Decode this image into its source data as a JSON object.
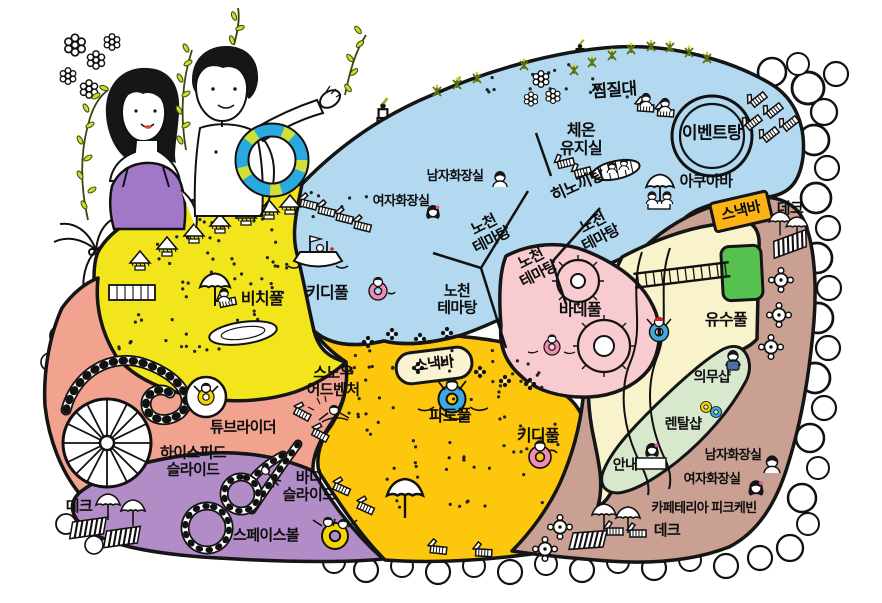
{
  "meta": {
    "description": "Illustrated water park guide map",
    "language": "ko"
  },
  "zones": {
    "spa": {
      "color": "#B2D9F0"
    },
    "beach_pool": {
      "color": "#F2E51C"
    },
    "slides": {
      "color": "#F2A38F"
    },
    "deck_purple": {
      "color": "#B18CC6"
    },
    "adventure": {
      "color": "#FDC70D"
    },
    "bade_pool": {
      "color": "#F8CBD0"
    },
    "river": {
      "color": "#F8F3CA"
    },
    "services": {
      "color": "#D8E8CC"
    },
    "deck_brown": {
      "color": "#C9A092"
    },
    "building": {
      "color": "#57C14F"
    },
    "snackbar_box": {
      "color": "#FCB316"
    },
    "snackbar_badge": {
      "color": "#FAF3D2"
    }
  },
  "illustration": {
    "woman_top": "#A178C8",
    "swim_ring": "#2AA9DE",
    "swim_ring_stripe": "#CFE03A",
    "leaf_green": "#C9DC2E",
    "ring_pink": "#F08CB2",
    "ring_blue": "#3FA9E0",
    "ring_yellow": "#F5D400"
  },
  "labels": {
    "jjimjildae": {
      "text": "찜질대"
    },
    "cheon_yujisil": {
      "text": "체온\n유지실"
    },
    "event_tang": {
      "text": "이벤트탕"
    },
    "aquabar": {
      "text": "아쿠아바"
    },
    "mens_restroom_top": {
      "text": "남자화장실"
    },
    "womens_restroom_top": {
      "text": "여자화장실"
    },
    "hinoki_tang": {
      "text": "히노끼탕"
    },
    "nocheon_1": {
      "text": "노천\n테마탕"
    },
    "nocheon_2": {
      "text": "노천\n테마탕"
    },
    "nocheon_3": {
      "text": "노천\n테마탕"
    },
    "nocheon_4": {
      "text": "노천\n테마탕"
    },
    "kiddie_pool_left": {
      "text": "키디풀"
    },
    "beach_pool": {
      "text": "비치풀"
    },
    "bade_pool": {
      "text": "바데풀"
    },
    "yusu_pool": {
      "text": "유수풀"
    },
    "snackbar_top": {
      "text": "스낵바"
    },
    "deck_top_right": {
      "text": "데크"
    },
    "snackbar_mid": {
      "text": "스낵바"
    },
    "snow_adventure": {
      "text": "스노우\n어드벤처"
    },
    "wave_pool": {
      "text": "파도풀"
    },
    "kiddie_pool_right": {
      "text": "키디풀"
    },
    "tube_rider": {
      "text": "튜브라이더"
    },
    "highspeed_slide": {
      "text": "하이스피드\n슬라이드"
    },
    "body_slide": {
      "text": "바디\n슬라이드"
    },
    "space_ball": {
      "text": "스페이스볼"
    },
    "deck_bottom_left": {
      "text": "데크"
    },
    "medical_shop": {
      "text": "의무샵"
    },
    "rental_shop": {
      "text": "렌탈샵"
    },
    "info": {
      "text": "안내"
    },
    "mens_restroom_bottom": {
      "text": "남자화장실"
    },
    "womens_restroom_bottom": {
      "text": "여자화장실"
    },
    "cafeteria": {
      "text": "카페테리아 피크케빈"
    },
    "deck_bottom_right": {
      "text": "데크"
    }
  },
  "icons": [
    "beach-lounger",
    "parasol",
    "beach-hut",
    "round-table",
    "striped-mat",
    "swim-ring",
    "ferris-wheel-slide",
    "spiral-slide",
    "body-slide",
    "space-ball-slide",
    "play-ship",
    "bridge",
    "lazy-river",
    "event-tub",
    "hinoki-tub",
    "palm-tree",
    "vine",
    "flower",
    "grass",
    "striped-pole",
    "rocks",
    "bush",
    "woman",
    "man",
    "restroom-boy",
    "restroom-girl",
    "info-desk",
    "staff",
    "rental-rings"
  ]
}
